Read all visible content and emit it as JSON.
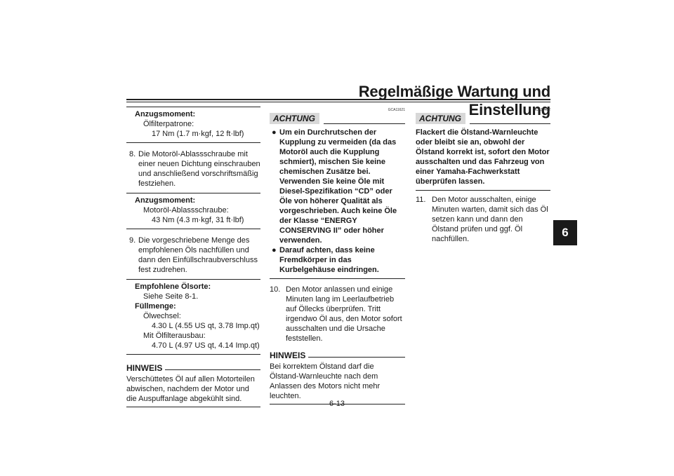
{
  "header": {
    "title": "Regelmäßige Wartung und Einstellung"
  },
  "chapter_tab": "6",
  "footer": {
    "page_number": "6-13"
  },
  "col1": {
    "box1": {
      "heading": "Anzugsmoment:",
      "item": "Ölfilterpatrone:",
      "value": "17 Nm (1.7 m·kgf, 12 ft·lbf)"
    },
    "step8": {
      "num": "8.",
      "text": "Die Motoröl-Ablassschraube mit einer neuen Dichtung einschrauben und anschließend vorschriftsmäßig festziehen."
    },
    "box2": {
      "heading": "Anzugsmoment:",
      "item": "Motoröl-Ablassschraube:",
      "value": "43 Nm (4.3 m·kgf, 31 ft·lbf)"
    },
    "step9": {
      "num": "9.",
      "text": "Die vorgeschriebene Menge des empfohlenen Öls nachfüllen und dann den Einfüllschraubverschluss fest zudrehen."
    },
    "box3": {
      "heading1": "Empfohlene Ölsorte:",
      "value1": "Siehe Seite 8-1.",
      "heading2": "Füllmenge:",
      "item1": "Ölwechsel:",
      "value2": "4.30 L (4.55 US qt, 3.78 Imp.qt)",
      "item2": "Mit Ölfilterausbau:",
      "value3": "4.70 L (4.97 US qt, 4.14 Imp.qt)"
    },
    "hinweis": {
      "heading": "HINWEIS",
      "text": "Verschüttetes Öl auf allen Motorteilen abwischen, nachdem der Motor und die Auspuffanlage abgekühlt sind."
    }
  },
  "col2": {
    "code": "GCA11621",
    "achtung": "ACHTUNG",
    "bullet_glyph": "●",
    "bullet1": "Um ein Durchrutschen der Kupplung zu vermeiden (da das Motoröl auch die Kupplung schmiert), mischen Sie keine chemischen Zusätze bei. Verwenden Sie keine Öle mit Diesel-Spezifikation “CD” oder Öle von höherer Qualität als vorgeschrieben. Auch keine Öle der Klasse “ENERGY CONSERVING II” oder höher verwenden.",
    "bullet2": "Darauf achten, dass keine Fremdkörper in das Kurbelgehäuse eindringen.",
    "step10": {
      "num": "10.",
      "text": "Den Motor anlassen und einige Minuten lang im Leerlaufbetrieb auf Öllecks überprüfen. Tritt irgendwo Öl aus, den Motor sofort ausschalten und die Ursache feststellen."
    },
    "hinweis": {
      "heading": "HINWEIS",
      "text": "Bei korrektem Ölstand darf die Ölstand-Warnleuchte nach dem Anlassen des Motors nicht mehr leuchten."
    }
  },
  "col3": {
    "code": "GCA10402",
    "achtung": "ACHTUNG",
    "warning": "Flackert die Ölstand-Warnleuchte oder bleibt sie an, obwohl der Ölstand korrekt ist, sofort den Motor ausschalten und das Fahrzeug von einer Yamaha-Fachwerkstatt überprüfen lassen.",
    "step11": {
      "num": "11.",
      "text": "Den Motor ausschalten, einige Minuten warten, damit sich das Öl setzen kann und dann den Ölstand prüfen und ggf. Öl nachfüllen."
    }
  }
}
